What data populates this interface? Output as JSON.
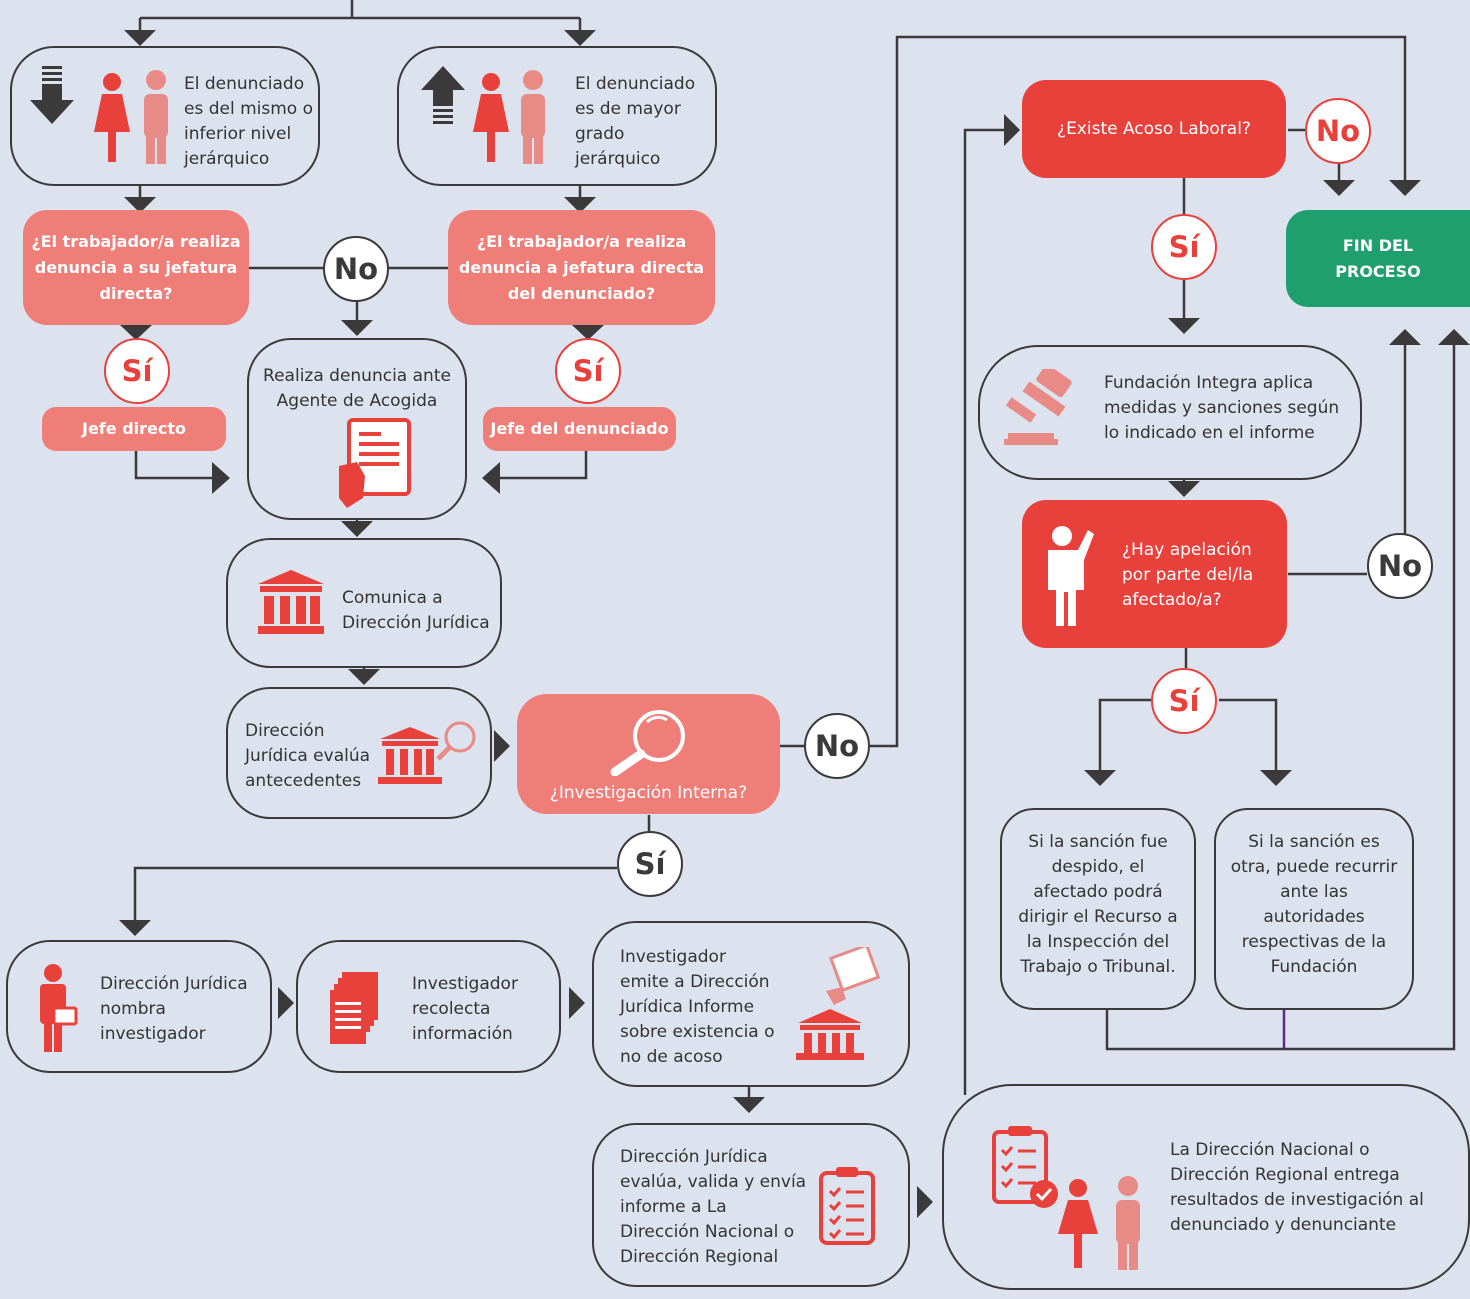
{
  "top_left": "El denunciado es del mismo o inferior nivel jerárquico",
  "top_right": "El denunciado es de mayor grado jerárquico",
  "q_left": "¿El trabajador/a realiza denuncia a su jefatura directa?",
  "q_right": "¿El trabajador/a realiza denuncia a jefatura directa del denunciado?",
  "no_label": "No",
  "si_label": "Sí",
  "jefe_directo": "Jefe directo",
  "jefe_denunciado": "Jefe del denunciado",
  "agente": "Realiza denuncia ante Agente de Acogida",
  "comunica": "Comunica a Dirección Jurídica",
  "evalua": "Dirección Jurídica evalúa antecedentes",
  "investigacion": "¿Investigación Interna?",
  "nombra": "Dirección Jurídica nombra investigador",
  "recolecta": "Investigador recolecta información",
  "emite": "Investigador emite a Dirección Jurídica Informe sobre existencia o no de acoso",
  "valida": "Dirección Jurídica evalúa, valida y envía informe a La Dirección Nacional o Dirección Regional",
  "entrega": "La Dirección Nacional o Dirección Regional entrega resultados de investigación al denunciado y denunciante",
  "acoso": "¿Existe Acoso Laboral?",
  "fin": "FIN DEL PROCESO",
  "aplica": "Fundación Integra aplica medidas y sanciones según lo indicado en el informe",
  "apelacion": "¿Hay apelación por parte del/la afectado/a?",
  "despido": "Si la sanción fue despido, el afectado podrá dirigir el Recurso a la Inspección del Trabajo o Tribunal.",
  "otra": "Si la sanción es otra, puede recurrir ante las autoridades respectivas de la Fundación",
  "colors": {
    "background": "#dce3ef",
    "pink": "#ef7d78",
    "red": "#e8413c",
    "green": "#1f9e6e",
    "line": "#3a3a3a"
  }
}
